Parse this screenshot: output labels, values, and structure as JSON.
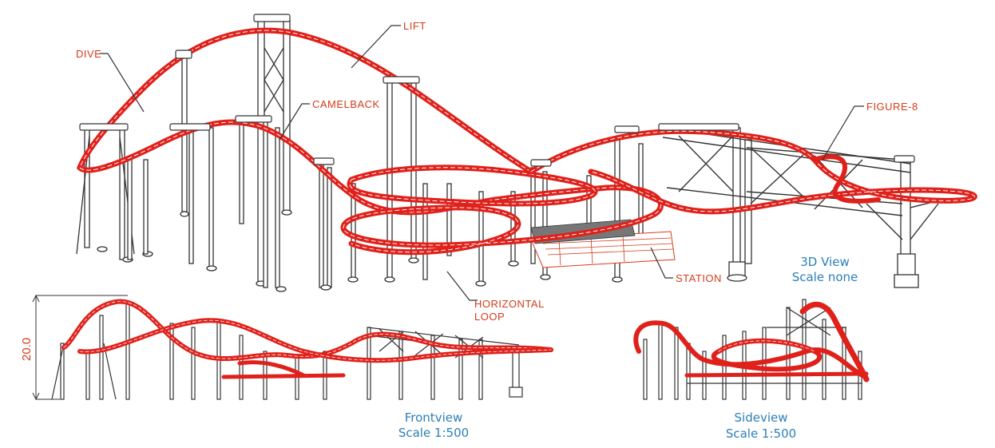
{
  "colors": {
    "track": "#e0201a",
    "track_dark": "#b5120c",
    "structure": "#333333",
    "callout_text": "#d63a1a",
    "scale_text": "#2b7fb8",
    "dimension": "#d63a1a"
  },
  "callouts": {
    "dive": "DIVE",
    "lift": "LIFT",
    "camelback": "CAMELBACK",
    "figure8": "FIGURE-8",
    "station": "STATION",
    "horizontal_loop_line1": "HORIZONTAL",
    "horizontal_loop_line2": "LOOP"
  },
  "views": {
    "three_d": {
      "title": "3D View",
      "scale": "Scale none"
    },
    "front": {
      "title": "Frontview",
      "scale": "Scale 1:500"
    },
    "side": {
      "title": "Sideview",
      "scale": "Scale 1:500"
    }
  },
  "dimension": {
    "height_label": "20.0"
  }
}
